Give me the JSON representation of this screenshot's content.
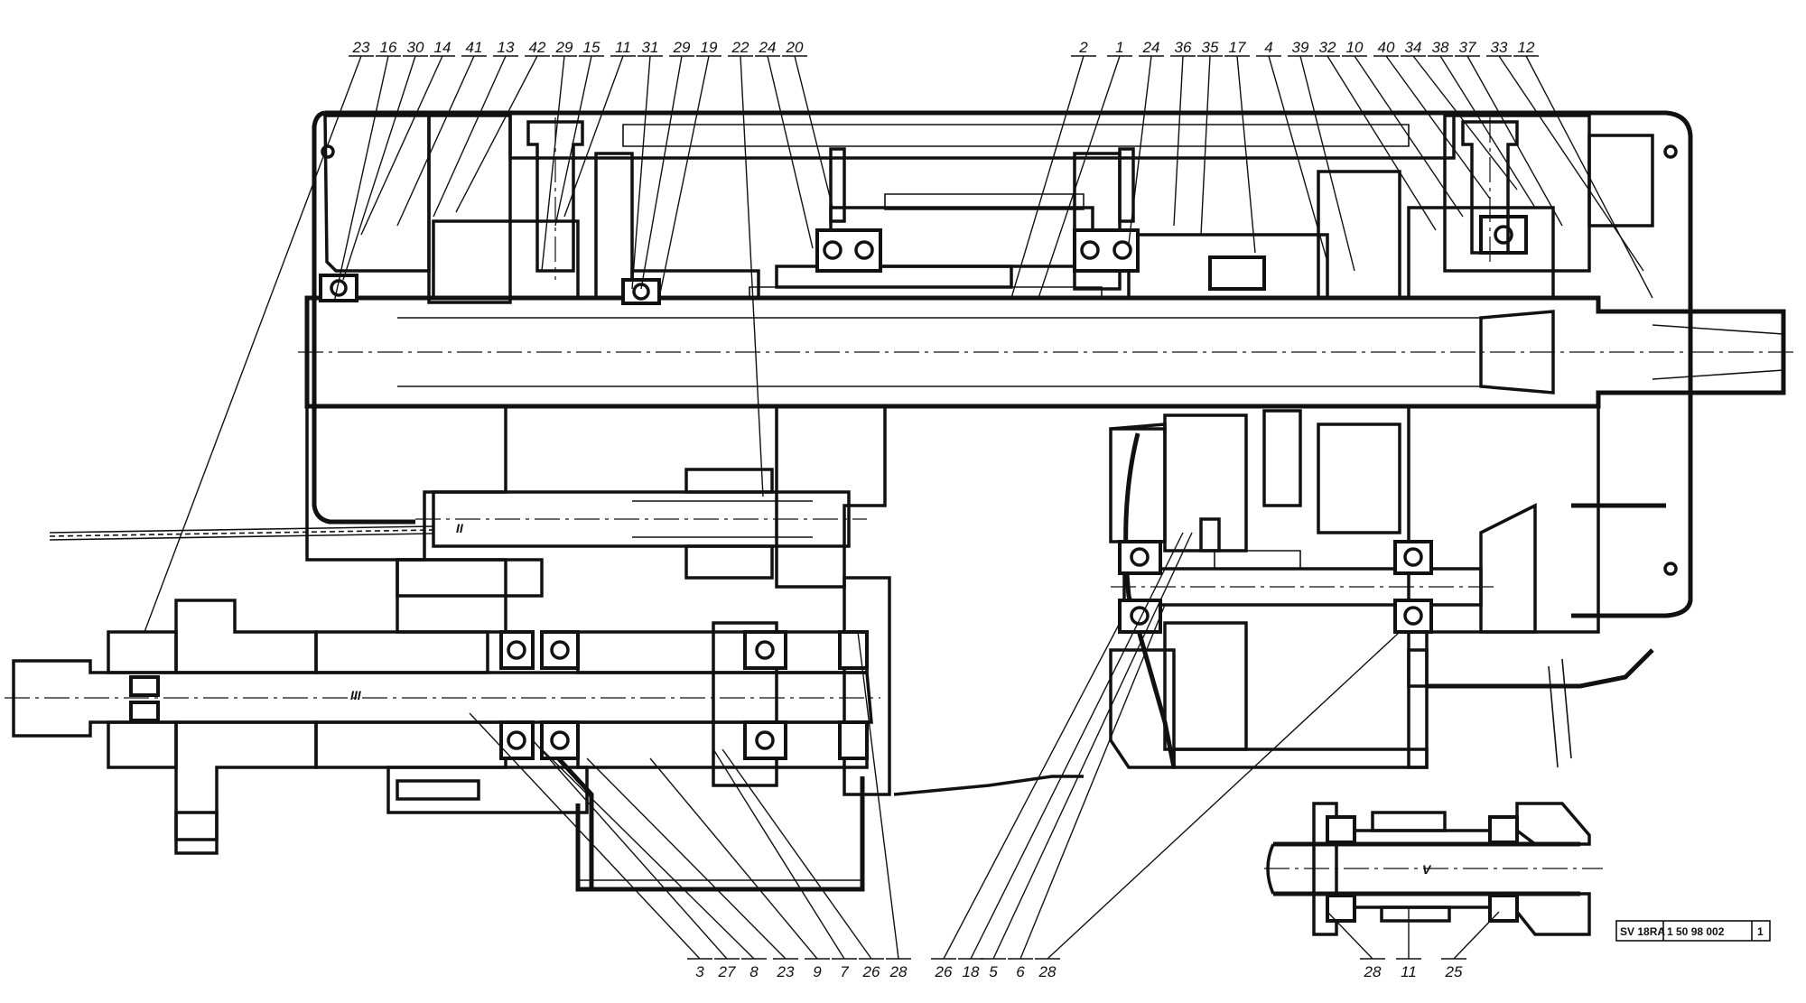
{
  "top_labels": [
    "23",
    "16",
    "30",
    "14",
    "41",
    "13",
    "42",
    "29",
    "15",
    "11",
    "31",
    "29",
    "19",
    "22",
    "24",
    "20",
    "2",
    "1",
    "24",
    "36",
    "35",
    "17",
    "4",
    "39",
    "32",
    "10",
    "40",
    "34",
    "38",
    "37",
    "33",
    "12"
  ],
  "bottom_labels": [
    "3",
    "27",
    "8",
    "23",
    "9",
    "7",
    "26",
    "28",
    "26",
    "18",
    "5",
    "6",
    "28"
  ],
  "inset_labels": [
    "28",
    "11",
    "25"
  ],
  "shaft_labels": {
    "top_shaft": "II",
    "lower_shaft": "III",
    "inset_shaft": "V"
  },
  "drawing_code": [
    "SV 18RA",
    "1 50 98 002",
    "1"
  ],
  "colors": {
    "ink": "#111111",
    "paper": "#ffffff"
  }
}
